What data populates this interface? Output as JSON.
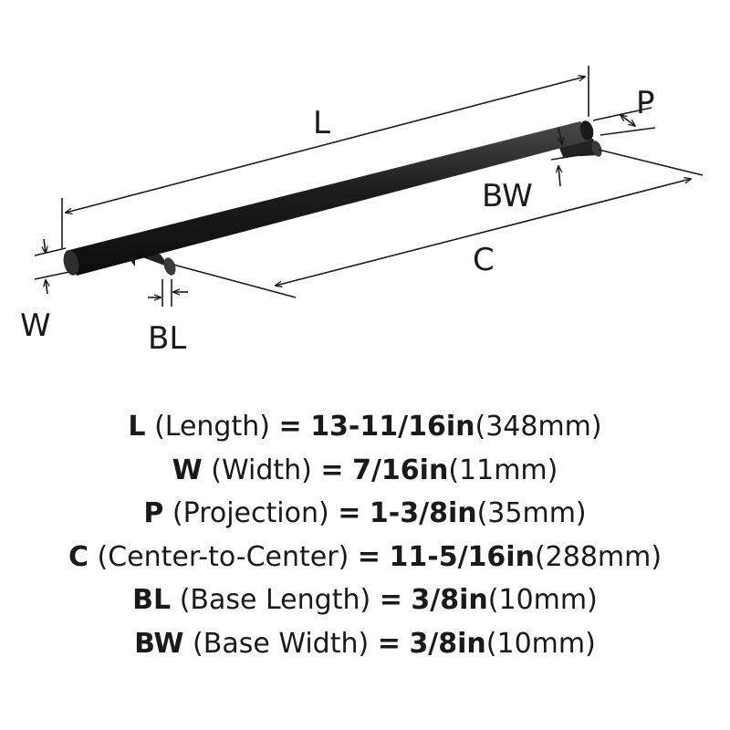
{
  "colors": {
    "bar": "#1c1c1c",
    "line": "#1a1a1a",
    "background": "#ffffff"
  },
  "labels": {
    "L": "L",
    "W": "W",
    "P": "P",
    "C": "C",
    "BL": "BL",
    "BW": "BW"
  },
  "specs": [
    {
      "code": "L",
      "name": "(Length)",
      "eq": "=",
      "imperial": "13-11/16in",
      "metric": "(348mm)"
    },
    {
      "code": "W",
      "name": "(Width)",
      "eq": "=",
      "imperial": "7/16in",
      "metric": "(11mm)"
    },
    {
      "code": "P",
      "name": "(Projection)",
      "eq": "=",
      "imperial": "1-3/8in",
      "metric": "(35mm)"
    },
    {
      "code": "C",
      "name": "(Center-to-Center)",
      "eq": "=",
      "imperial": "11-5/16in",
      "metric": "(288mm)"
    },
    {
      "code": "BL",
      "name": "(Base Length)",
      "eq": "=",
      "imperial": "3/8in",
      "metric": "(10mm)"
    },
    {
      "code": "BW",
      "name": "(Base Width)",
      "eq": "=",
      "imperial": "3/8in",
      "metric": "(10mm)"
    }
  ]
}
